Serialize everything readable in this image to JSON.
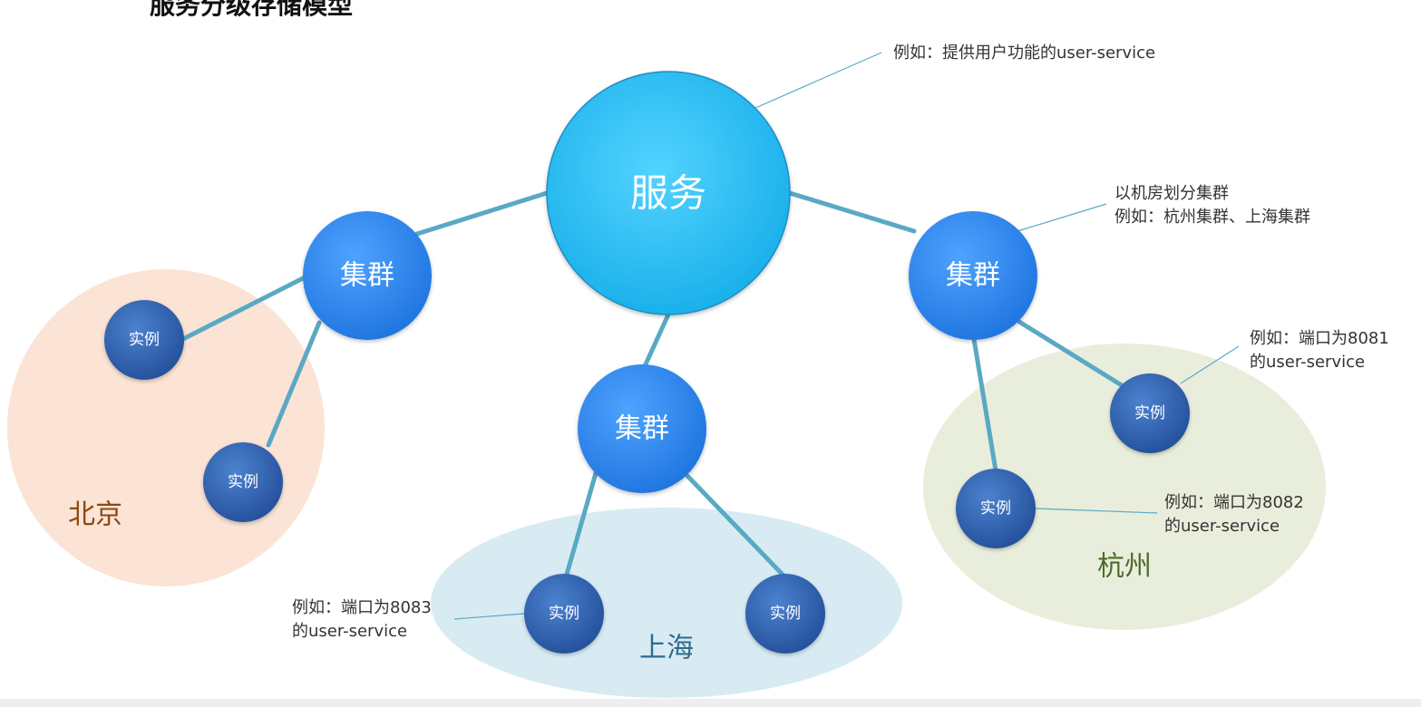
{
  "title_partial": "服务分级存储模型",
  "nodes": {
    "service": "服务",
    "cluster_left": "集群",
    "cluster_center": "集群",
    "cluster_right": "集群",
    "instance_bj_1": "实例",
    "instance_bj_2": "实例",
    "instance_sh_1": "实例",
    "instance_sh_2": "实例",
    "instance_hz_1": "实例",
    "instance_hz_2": "实例"
  },
  "regions": {
    "beijing": "北京",
    "shanghai": "上海",
    "hangzhou": "杭州"
  },
  "notes": {
    "service": "例如：提供用户功能的user-service",
    "cluster_line1": "以机房划分集群",
    "cluster_line2": "例如：杭州集群、上海集群",
    "instance_8081_line1": "例如：端口为8081",
    "instance_8081_line2": "的user-service",
    "instance_8082_line1": "例如：端口为8082",
    "instance_8082_line2": "的user-service",
    "instance_8083_line1": "例如：端口为8083",
    "instance_8083_line2": "的user-service"
  },
  "colors": {
    "service_fill": "#27c0f6",
    "cluster_fill": "#2f88f0",
    "instance_fill": "#2f65b8",
    "connector": "#5aa9c4",
    "beijing_bg": "#fbe3d5",
    "shanghai_bg": "#d8ebf3",
    "hangzhou_bg": "#e9eedc",
    "beijing_text": "#8a4a12",
    "shanghai_text": "#2d6b8f",
    "hangzhou_text": "#4d6a2a"
  }
}
